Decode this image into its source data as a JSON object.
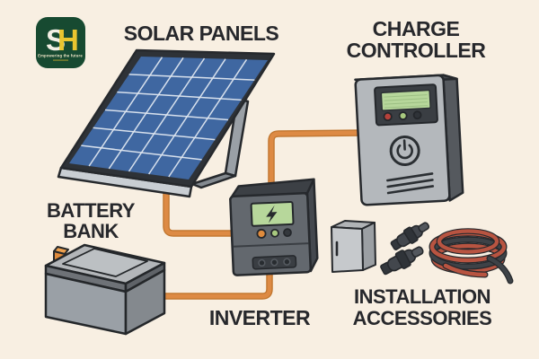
{
  "page": {
    "background": "#f8efe2"
  },
  "logo": {
    "letter_s": "S",
    "letter_h": "H",
    "tagline": "Empowering the future"
  },
  "labels": {
    "solar_panels": "SOLAR PANELS",
    "charge_controller": [
      "CHARGE",
      "CONTROLLER"
    ],
    "battery_bank": [
      "BATTERY",
      "BANK"
    ],
    "inverter": "INVERTER",
    "installation_accessories": [
      "INSTALLATION",
      "ACCESSORIES"
    ]
  },
  "icons": {
    "inverter_screen": "lightning-bolt-icon",
    "controller_button": "power-icon"
  },
  "colors": {
    "background": "#f8efe2",
    "label_text": "#27282c",
    "wire_orange": "#dd8a44",
    "wire_outline": "#c1762f",
    "panel_blue": "#3f67a1",
    "panel_frame": "#2e3237",
    "panel_grid": "#dfe7f0",
    "lcd_green": "#b7d79b",
    "logo_green": "#174a31",
    "logo_yellow": "#e9c52f",
    "logo_cream": "#f3efe4",
    "terminal_orange": "#e08b3c",
    "cable_red": "#b85441",
    "cable_dark": "#3e4247",
    "led_red": "#b5413a",
    "led_green": "#a8c97f",
    "metal_light": "#b4b8bc",
    "metal_mid": "#9aa0a6",
    "metal_dark": "#84898e",
    "device_dark": "#3c4045",
    "inverter_body": "#63686e",
    "outline_dark": "#26292d"
  }
}
